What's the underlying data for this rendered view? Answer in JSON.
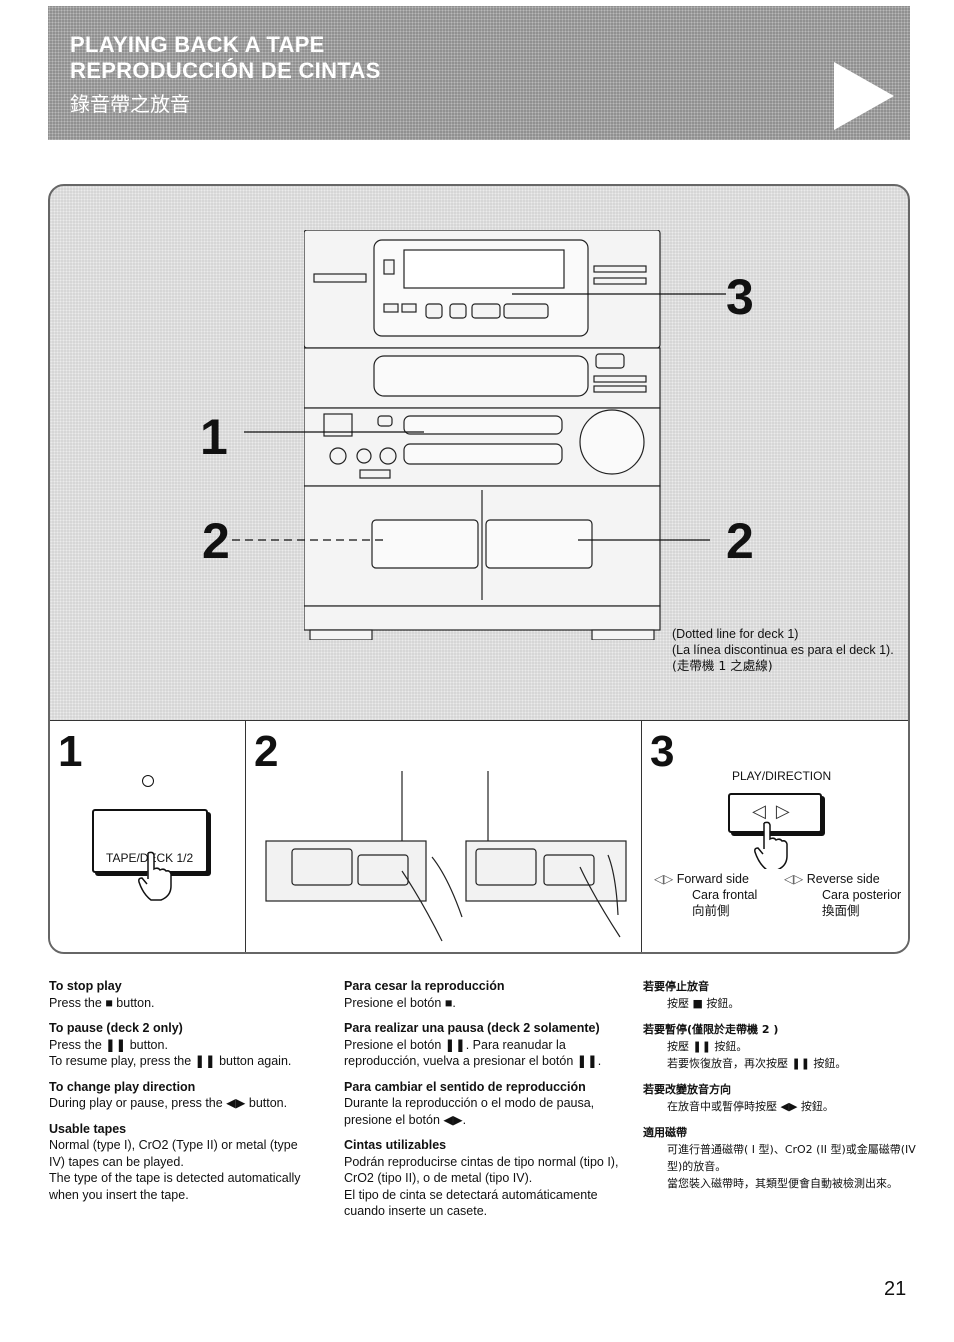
{
  "header": {
    "title_en": "PLAYING BACK A TAPE",
    "title_es": "REPRODUCCIÓN DE CINTAS",
    "title_zh": "錄音帶之放音"
  },
  "illustration": {
    "callouts": [
      "1",
      "2",
      "2",
      "3"
    ],
    "dotted_note": [
      "(Dotted line for deck 1)",
      "(La línea discontinua es para el deck 1).",
      "(走帶機 1 之處線)"
    ]
  },
  "steps": {
    "step1": {
      "num": "1",
      "button_label": "TAPE/DECK 1/2"
    },
    "step2": {
      "num": "2"
    },
    "step3": {
      "num": "3",
      "button_label": "PLAY/DIRECTION",
      "forward": [
        "Forward side",
        "Cara frontal",
        "向前側"
      ],
      "reverse": [
        "Reverse side",
        "Cara posterior",
        "換面側"
      ]
    }
  },
  "text_en": {
    "stop_h": "To stop play",
    "stop_p": "Press the ■ button.",
    "pause_h": "To pause (deck 2 only)",
    "pause_p1": "Press the ❚❚ button.",
    "pause_p2": "To resume play, press the ❚❚ button again.",
    "dir_h": "To change play direction",
    "dir_p": "During play or pause, press the ◀▶ button.",
    "tapes_h": "Usable tapes",
    "tapes_p1": "Normal (type I), CrO2 (Type II) or metal (type IV) tapes can be played.",
    "tapes_p2": "The type of the tape is detected automatically when you insert the tape."
  },
  "text_es": {
    "stop_h": "Para cesar la reproducción",
    "stop_p": "Presione el botón ■.",
    "pause_h": "Para realizar una pausa (deck 2 solamente)",
    "pause_p": "Presione el botón ❚❚. Para reanudar la reproducción, vuelva a presionar el botón ❚❚.",
    "dir_h": "Para cambiar el sentido de reproducción",
    "dir_p": "Durante la reproducción o el modo de pausa, presione el botón ◀▶.",
    "tapes_h": "Cintas utilizables",
    "tapes_p1": "Podrán reproducirse cintas de tipo normal (tipo I), CrO2 (tipo II), o de metal (tipo IV).",
    "tapes_p2": "El tipo de cinta se detectará automáticamente cuando inserte un casete."
  },
  "text_zh": {
    "stop_h": "若要停止放音",
    "stop_p": "按壓 ■ 按鈕。",
    "pause_h": "若要暫停(僅限於走帶機 2 )",
    "pause_p1": "按壓 ❚❚ 按鈕。",
    "pause_p2": "若要恢復放音，再次按壓 ❚❚ 按鈕。",
    "dir_h": "若要改變放音方向",
    "dir_p": "在放音中或暫停時按壓 ◀▶ 按鈕。",
    "tapes_h": "適用磁帶",
    "tapes_p1": "可進行普通磁帶( I 型)、CrO2 (II 型)或金屬磁帶(IV 型)的放音。",
    "tapes_p2": "當您裝入磁帶時，其類型便會自動被檢測出來。"
  },
  "page_number": "21"
}
